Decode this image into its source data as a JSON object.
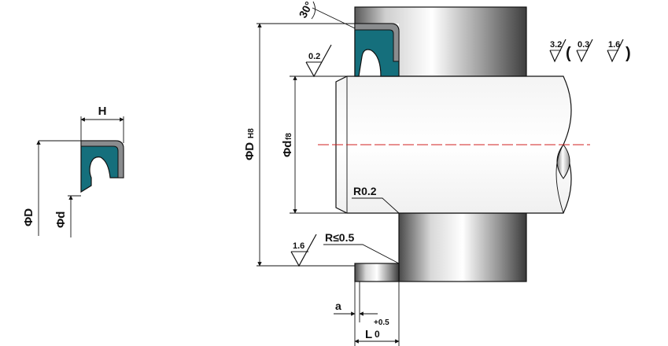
{
  "small_seal": {
    "dim_H": "H",
    "dim_D": "ΦD",
    "dim_d": "Φd"
  },
  "assembly": {
    "angle_label": "30°",
    "roughness_bore_top": "0.2",
    "roughness_bottom_left": "1.6",
    "dim_D_label": "ΦD",
    "dim_D_tol": "H8",
    "dim_d_label": "Φd",
    "dim_d_tol": "f8",
    "radius_shaft": "R0.2",
    "radius_groove": "R≤0.5",
    "dim_a": "a",
    "dim_L": "L",
    "dim_L_upper": "+0.5",
    "dim_L_lower": "0"
  },
  "roughness_legend": {
    "value_1": "3.2",
    "paren_open": "(",
    "value_2": "0.3",
    "value_3": "1.6",
    "paren_close": ")"
  },
  "colors": {
    "seal_body": "#156f7c",
    "seal_ring": "#8a8c8e",
    "centerline": "#d02020"
  }
}
